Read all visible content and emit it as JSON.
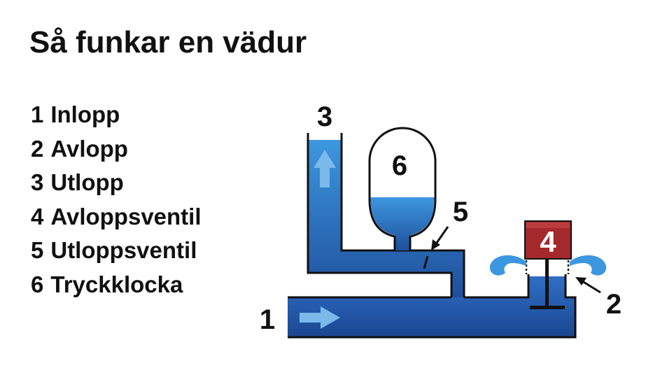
{
  "title": "Så funkar en vädur",
  "legend": [
    {
      "num": "1",
      "label": "Inlopp"
    },
    {
      "num": "2",
      "label": "Avlopp"
    },
    {
      "num": "3",
      "label": "Utlopp"
    },
    {
      "num": "4",
      "label": "Avloppsventil"
    },
    {
      "num": "5",
      "label": "Utloppsventil"
    },
    {
      "num": "6",
      "label": "Tryckklocka"
    }
  ],
  "diagram": {
    "labels": {
      "inlet": "1",
      "waste": "2",
      "outlet": "3",
      "waste_valve": "4",
      "delivery_valve": "5",
      "pressure_chamber": "6"
    },
    "icons": [
      "flow-arrow-right-icon",
      "flow-arrow-up-icon",
      "pointer-arrow-icon",
      "water-splash-icon"
    ],
    "colors": {
      "pipe_outline": "#111111",
      "water_dark": "#1f4f9c",
      "water_mid": "#2b6cc4",
      "water_light": "#3d97df",
      "arrow": "#7ab9ea",
      "valve": "#a5282c",
      "background": "#ffffff"
    }
  }
}
